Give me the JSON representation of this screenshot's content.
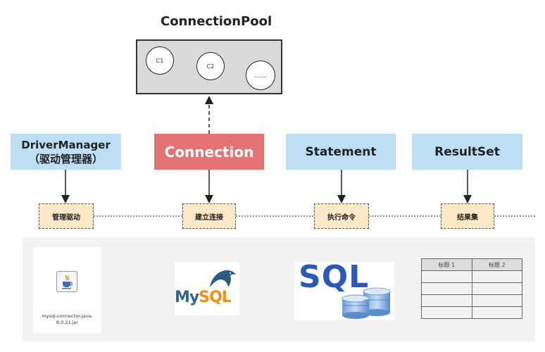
{
  "pool": {
    "title": "ConnectionPool",
    "connections": [
      "C1",
      "C2",
      "......"
    ]
  },
  "components": [
    {
      "line1": "DriverManager",
      "line2": "（驱动管理器）"
    },
    {
      "line1": "Connection"
    },
    {
      "line1": "Statement"
    },
    {
      "line1": "ResultSet"
    }
  ],
  "steps": [
    "管理驱动",
    "建立连接",
    "执行命令",
    "结果集"
  ],
  "colors": {
    "component_blue": "#bcdff6",
    "connection_red": "#e57373",
    "step_fill": "#fde9c6",
    "pool_gray": "#d9d9d9"
  },
  "bottom": {
    "jar_caption": "mysql-connector-java-8.0.21.jar",
    "jar_icon": "java-coffee-cup-icon",
    "mysql_logo_text": "MySQL",
    "mysql_icon": "dolphin-icon",
    "sql_logo_text": "SQL",
    "sql_icon": "database-cylinders-icon",
    "table_headers": [
      "标题 1",
      "标题 2"
    ],
    "table_rows": 4
  }
}
